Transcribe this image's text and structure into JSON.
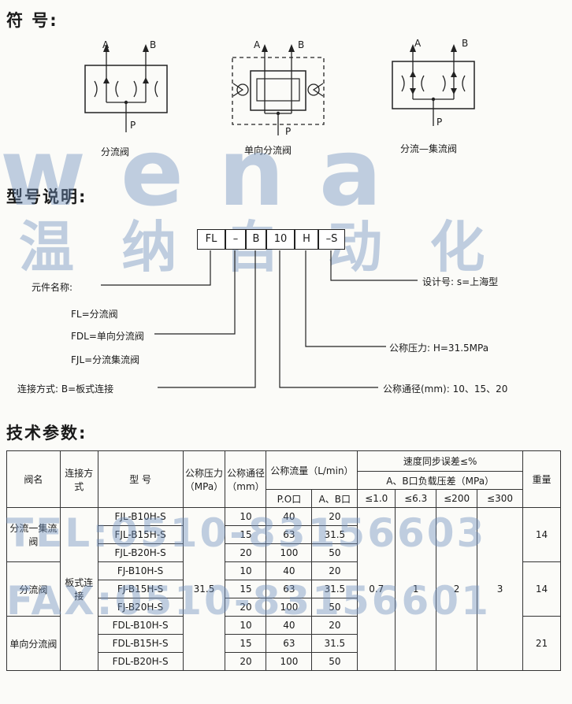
{
  "headings": {
    "symbols": "符 号:",
    "model": "型号说明:",
    "tech": "技术参数:"
  },
  "symbols": {
    "port_a": "A",
    "port_b": "B",
    "port_p": "P",
    "names": [
      "分流阀",
      "单向分流阀",
      "分流—集流阀"
    ]
  },
  "watermark": {
    "brand": "wena",
    "cn": "温 纳 自 动 化",
    "tel": "TEL:0510-83156603",
    "fax": "FAX:0510-83156601"
  },
  "model_code": [
    "FL",
    "–",
    "B",
    "10",
    "H",
    "–S"
  ],
  "model_notes": {
    "element_name": "元件名称:",
    "fl": "FL=分流阀",
    "fdl": "FDL=单向分流阀",
    "fjl": "FJL=分流集流阀",
    "connection": "连接方式: B=板式连接",
    "design": "设计号: s=上海型",
    "pressure": "公称压力: H=31.5MPa",
    "diameter": "公称通径(mm): 10、15、20"
  },
  "table": {
    "h_name": "阀名",
    "h_conn": "连接方式",
    "h_model": "型 号",
    "h_pressure": "公称压力（MPa）",
    "h_diameter": "公称通径（mm）",
    "h_flow": "公称流量（L/min）",
    "h_flow_p": "P.O口",
    "h_flow_ab": "A、B口",
    "h_sync": "速度同步误差≤%",
    "h_sync_sub": "A、B口负载压差（MPa）",
    "h_s1": "≤1.0",
    "h_s2": "≤6.3",
    "h_s3": "≤200",
    "h_s4": "≤300",
    "h_weight": "重量",
    "conn_value": "板式连接",
    "pressure_value": "31.5",
    "sync_values": [
      "0.7",
      "1",
      "2",
      "3"
    ],
    "groups": [
      {
        "name": "分流一集流阀",
        "weight": "14",
        "rows": [
          {
            "model": "FJL-B10H-S",
            "dia": "10",
            "po": "40",
            "ab": "20"
          },
          {
            "model": "FJL-B15H-S",
            "dia": "15",
            "po": "63",
            "ab": "31.5"
          },
          {
            "model": "FJL-B20H-S",
            "dia": "20",
            "po": "100",
            "ab": "50"
          }
        ]
      },
      {
        "name": "分流阀",
        "weight": "14",
        "rows": [
          {
            "model": "FJ-B10H-S",
            "dia": "10",
            "po": "40",
            "ab": "20"
          },
          {
            "model": "FJ-B15H-S",
            "dia": "15",
            "po": "63",
            "ab": "31.5"
          },
          {
            "model": "FJ-B20H-S",
            "dia": "20",
            "po": "100",
            "ab": "50"
          }
        ]
      },
      {
        "name": "单向分流阀",
        "weight": "21",
        "rows": [
          {
            "model": "FDL-B10H-S",
            "dia": "10",
            "po": "40",
            "ab": "20"
          },
          {
            "model": "FDL-B15H-S",
            "dia": "15",
            "po": "63",
            "ab": "31.5"
          },
          {
            "model": "FDL-B20H-S",
            "dia": "20",
            "po": "100",
            "ab": "50"
          }
        ]
      }
    ]
  }
}
